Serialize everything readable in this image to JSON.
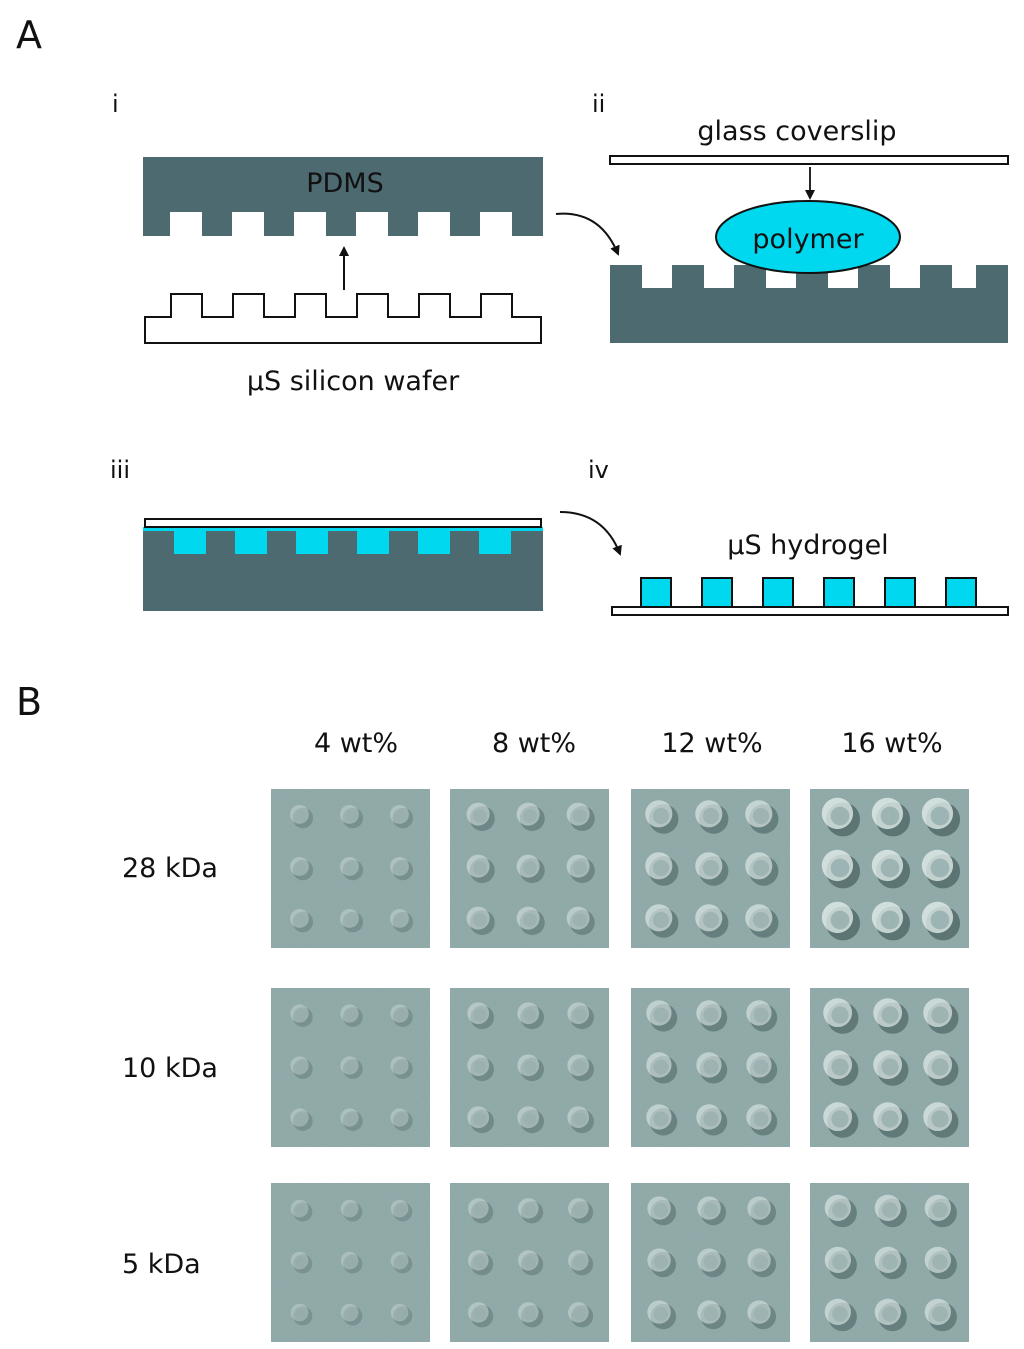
{
  "panelA": {
    "letter": "A",
    "steps": {
      "i": {
        "label": "i",
        "pdms_label": "PDMS",
        "wafer_label": "µS silicon wafer"
      },
      "ii": {
        "label": "ii",
        "coverslip_label": "glass coverslip",
        "polymer_label": "polymer"
      },
      "iii": {
        "label": "iii"
      },
      "iv": {
        "label": "iv",
        "hydrogel_label": "µS hydrogel"
      }
    }
  },
  "panelB": {
    "letter": "B",
    "columns": [
      "4 wt%",
      "8 wt%",
      "12 wt%",
      "16 wt%"
    ],
    "rows": [
      "28 kDa",
      "10 kDa",
      "5 kDa"
    ]
  },
  "colors": {
    "pdms": "#4d6a70",
    "polymer": "#00d8f0",
    "outline": "#111111",
    "micrograph_bg": "#93adac",
    "micrograph_dark": "#4f6867",
    "micrograph_light": "#e6f0ee"
  }
}
